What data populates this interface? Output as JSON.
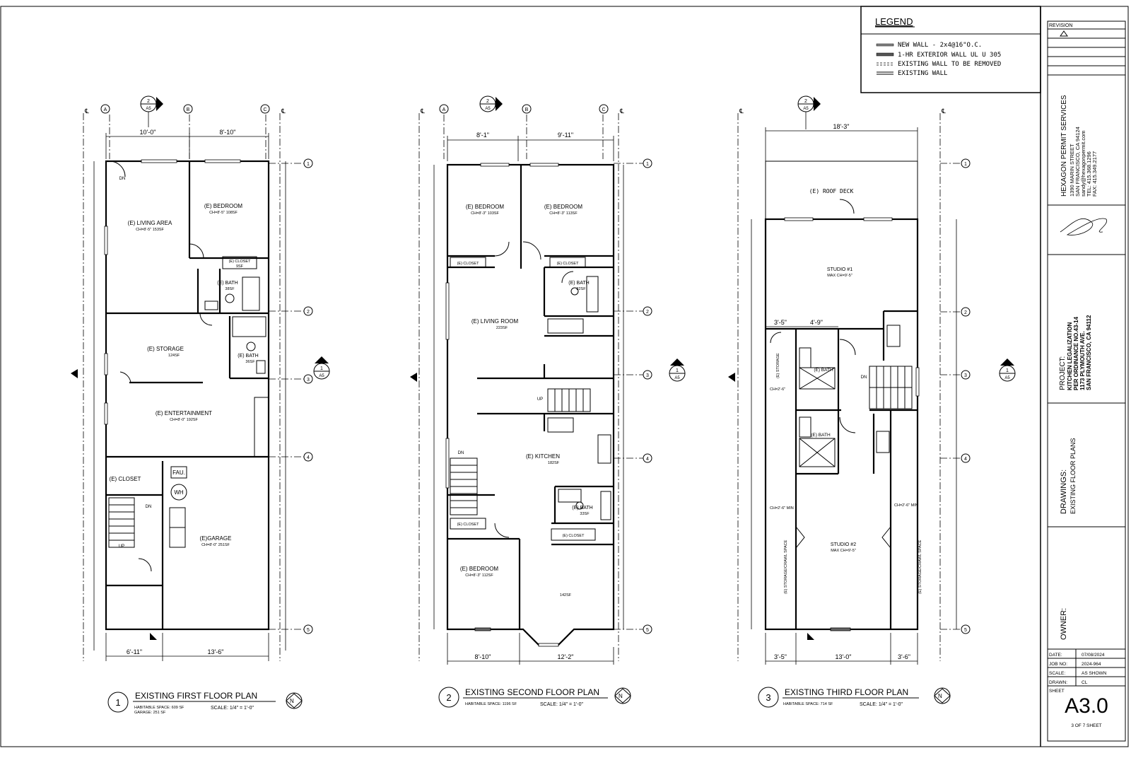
{
  "legend": {
    "title": "LEGEND",
    "items": [
      "NEW WALL - 2x4@16\"O.C.",
      "1-HR EXTERIOR WALL UL U 305",
      "EXISTING WALL TO BE REMOVED",
      "EXISTING WALL"
    ]
  },
  "titleblock": {
    "revision": "REVISION",
    "company": "HEXAGON PERMIT SERVICES",
    "address1": "1390 MARIN STREET",
    "address2": "SAN FRANCISCO, CA 94124",
    "email": "sandy@hexagonpermit.com",
    "tel": "TEL: 415.368.1296",
    "fax": "FAX: 415.349.2177",
    "project_label": "PROJECT:",
    "project1": "KITCHEN LEGALIZATION",
    "project2": "PER ORDINANCE NO.43-14",
    "project3": "1173 PLYMOUTH AVE.",
    "project4": "SAN FRANCISCO, CA 94112",
    "drawings_label": "DRAWINGS:",
    "drawings": "EXISTING FLOOR PLANS",
    "owner_label": "OWNER:",
    "rows": [
      {
        "k": "DATE:",
        "v": "07/08/2024"
      },
      {
        "k": "JOB NO:",
        "v": "2024-964"
      },
      {
        "k": "SCALE:",
        "v": "AS SHOWN"
      },
      {
        "k": "DRAWN:",
        "v": "CL"
      }
    ],
    "sheet_label": "SHEET",
    "sheet_no": "A3.0",
    "sheet_of": "3 OF 7 SHEET"
  },
  "plans": {
    "p1": {
      "num": "1",
      "title": "EXISTING FIRST FLOOR PLAN",
      "note1": "HABITABLE SPACE: 609 SF",
      "note2": "GARAGE: 251 SF",
      "scale": "SCALE: 1/4\" = 1'-0\"",
      "rooms": {
        "living": "(E) LIVING AREA",
        "living_s": "CH=8'-5\"  153SF",
        "bed": "(E) BEDROOM",
        "bed_s": "CH=8'-5\"  108SF",
        "closet": "(E) CLOSET",
        "closet_s": "9SF",
        "bath1": "(E) BATH",
        "bath1_s": "38SF",
        "storage": "(E) STORAGE",
        "storage_s": "124SF",
        "bath2": "(E) BATH",
        "bath2_s": "36SF",
        "ent": "(E) ENTERTAINMENT",
        "ent_s": "CH=8'-0\"  192SF",
        "closet2": "(E) CLOSET",
        "garage": "(E)GARAGE",
        "garage_s": "CH=8'-0\"  251SF",
        "fau": "FAU.",
        "wh": "WH",
        "dn": "DN",
        "up": "UP",
        "dn2": "DN"
      },
      "dims": {
        "top1": "10'-0\"",
        "top2": "8'-10\"",
        "bot1": "6'-11\"",
        "bot2": "13'-6\""
      }
    },
    "p2": {
      "num": "2",
      "title": "EXISTING SECOND FLOOR PLAN",
      "note1": "HABITABLE SPACE: 1196 SF",
      "scale": "SCALE: 1/4\" = 1'-0\"",
      "rooms": {
        "bed1": "(E) BEDROOM",
        "bed1_s": "CH=8'-3\"  103SF",
        "bed2": "(E) BEDROOM",
        "bed2_s": "CH=8'-3\"  113SF",
        "closet1": "(E) CLOSET",
        "closet2": "(E) CLOSET",
        "bath": "(E) BATH",
        "bath_s": "32SF",
        "living": "(E) LIVING ROOM",
        "living_s": "223SF",
        "kitchen": "(E) KITCHEN",
        "kitchen_s": "182SF",
        "bath2": "(E) BATH",
        "bath2_s": "33SF",
        "closet3": "(E) CLOSET",
        "closet4": "(E) CLOSET",
        "bed3": "(E) BEDROOM",
        "bed3_s": "CH=8'-3\"  112SF",
        "front": "142SF",
        "up": "UP",
        "dn": "DN"
      },
      "dims": {
        "top1": "8'-1\"",
        "top2": "9'-11\"",
        "bot1": "8'-10\"",
        "bot2": "12'-2\""
      }
    },
    "p3": {
      "num": "3",
      "title": "EXISTING THIRD FLOOR PLAN",
      "note1": "HABITABLE SPACE: 714 SF",
      "scale": "SCALE: 1/4\" = 1'-0\"",
      "rooms": {
        "deck": "(E) ROOF DECK",
        "studio1": "STUDIO #1",
        "studio1_s": "MAX CH=9'-5\"",
        "storage": "(E) STORAGE",
        "storage_s": "CH=2'-6\"",
        "bath1": "(E) BATH",
        "bath2": "(E) BATH",
        "studio2": "STUDIO #2",
        "studio2_s": "MAX CH=9'-5\"",
        "crawl1": "(E) STORAGE/CRAWL SPACE",
        "crawl2": "(E) STORAGE/CRAWL SPACE",
        "ch1": "CH=2'-6\" MIN",
        "ch2": "CH=2'-6\" MIN",
        "dn": "DN"
      },
      "dims": {
        "top": "18'-3\"",
        "a": "3'-5\"",
        "b": "4'-9\"",
        "bot1": "3'-5\"",
        "bot2": "13'-0\"",
        "bot3": "3'-6\""
      }
    },
    "grid": {
      "a": "A",
      "b": "B",
      "c": "C",
      "n1": "1",
      "n2": "2",
      "n3": "3",
      "n4": "4",
      "n5": "5",
      "sec_top": "2",
      "sec_a5": "A5",
      "sec_side": "1",
      "north": "N"
    }
  }
}
